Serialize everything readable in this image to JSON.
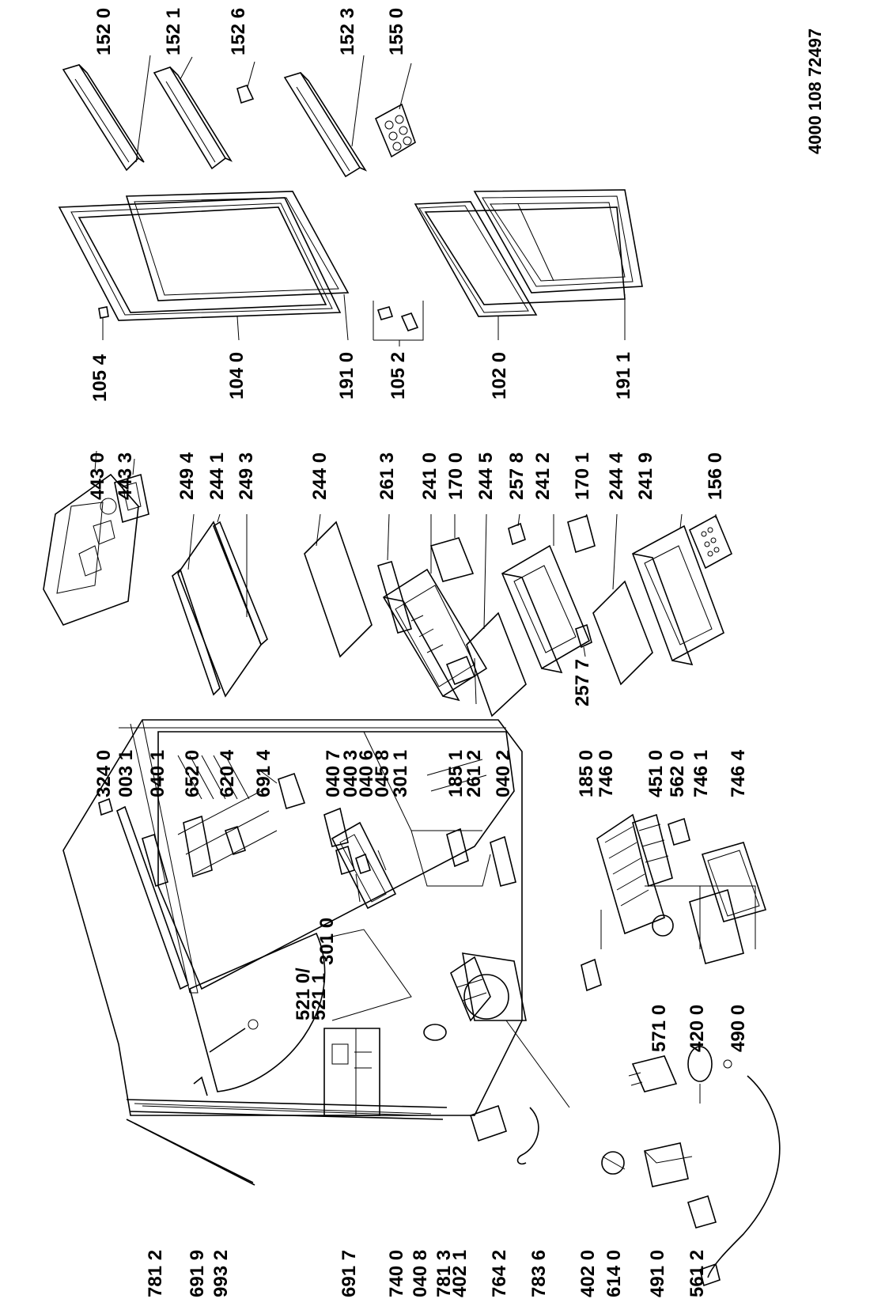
{
  "document": {
    "number": "4000 108 72497"
  },
  "labels": {
    "l1520": "152 0",
    "l1521": "152 1",
    "l1526": "152 6",
    "l1523": "152 3",
    "l1550": "155 0",
    "l1054": "105 4",
    "l1040": "104 0",
    "l1910": "191 0",
    "l1052": "105 2",
    "l1020": "102 0",
    "l1911": "191 1",
    "l4430": "443 0",
    "l4433": "443 3",
    "l2494": "249 4",
    "l2441": "244 1",
    "l2493": "249 3",
    "l2440": "244 0",
    "l2613": "261 3",
    "l2410": "241 0",
    "l1700": "170 0",
    "l2445": "244 5",
    "l2578": "257 8",
    "l2412": "241 2",
    "l1701": "170 1",
    "l2444": "244 4",
    "l2419": "241 9",
    "l1560": "156 0",
    "l2577": "257 7",
    "l3240": "324 0",
    "l0031": "003 1",
    "l0401": "040 1",
    "l6520": "652 0",
    "l6204": "620 4",
    "l6914": "691 4",
    "l0407": "040 7",
    "l0403": "040 3",
    "l0406": "040 6",
    "l0458": "045 8",
    "l3011": "301 1",
    "l1851": "185 1",
    "l2612": "261 2",
    "l0402": "040 2",
    "l1850": "185 0",
    "l7460": "746 0",
    "l4510": "451 0",
    "l5620": "562 0",
    "l7461": "746 1",
    "l7464": "746 4",
    "l3010": "301 0",
    "l5210": "521 0/",
    "l5211": "521 1",
    "l5710": "571 0",
    "l4200": "420 0",
    "l4900": "490 0",
    "l7812": "781 2",
    "l6919": "691 9",
    "l9932": "993 2",
    "l6917": "691 7",
    "l7400": "740 0",
    "l0408": "040 8",
    "l7813": "781 3",
    "l4021": "402 1",
    "l7642": "764 2",
    "l7836": "783 6",
    "l4020": "402 0",
    "l6140": "614 0",
    "l4910": "491 0",
    "l5612": "561 2"
  }
}
